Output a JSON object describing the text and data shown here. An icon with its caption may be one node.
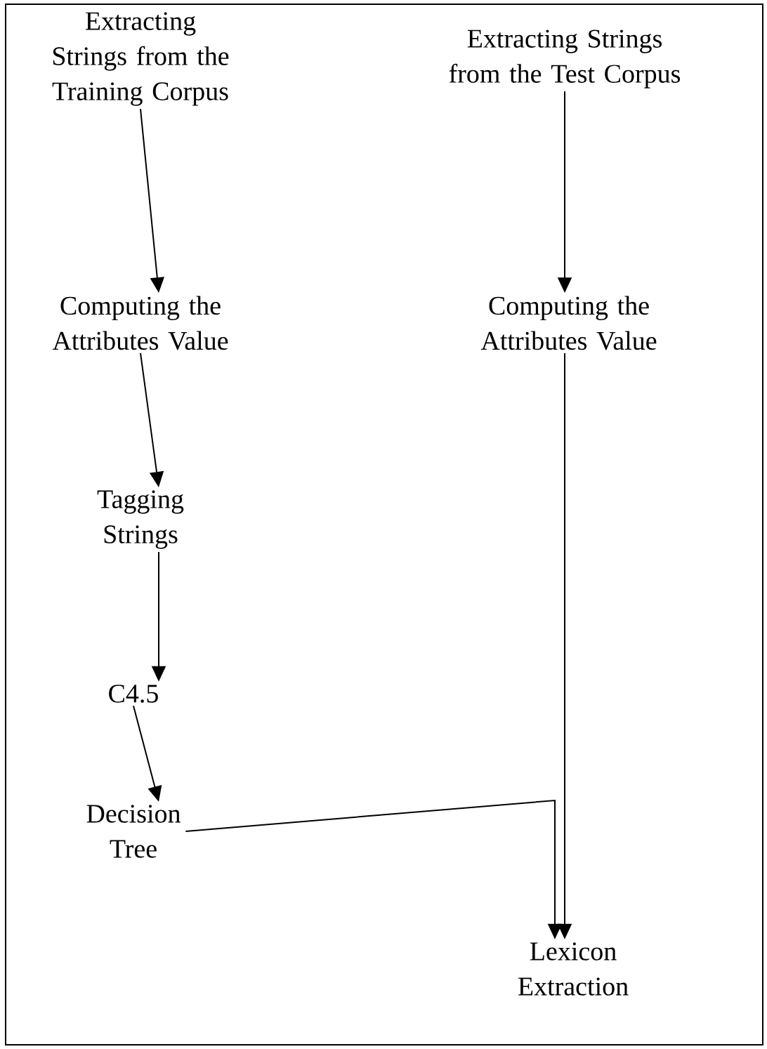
{
  "diagram": {
    "nodes": [
      {
        "text": [
          "Extracting Strings from the Training Corpus"
        ]
      },
      {
        "text": [
          "Extracting Strings from the Test Corpus"
        ]
      },
      {
        "text": [
          "Computing the Attributes Value"
        ]
      },
      {
        "text": [
          "Computing the Attributes Value"
        ]
      },
      {
        "text": [
          "Tagging Strings"
        ]
      },
      {
        "text": [
          "C4.5"
        ]
      },
      {
        "text": [
          "Decision Tree"
        ]
      },
      {
        "text": [
          "Lexicon Extraction"
        ]
      }
    ],
    "edges": [
      {
        "from": 0,
        "to": 2,
        "arrow": "to"
      },
      {
        "from": 1,
        "to": 3,
        "arrow": "to"
      },
      {
        "from": 2,
        "to": 4,
        "arrow": "to"
      },
      {
        "from": 4,
        "to": 5,
        "arrow": "to"
      },
      {
        "from": 5,
        "to": 6,
        "arrow": "to"
      },
      {
        "from": 6,
        "to": 7,
        "arrow": "to"
      },
      {
        "from": 3,
        "to": 7,
        "arrow": "to"
      }
    ]
  }
}
